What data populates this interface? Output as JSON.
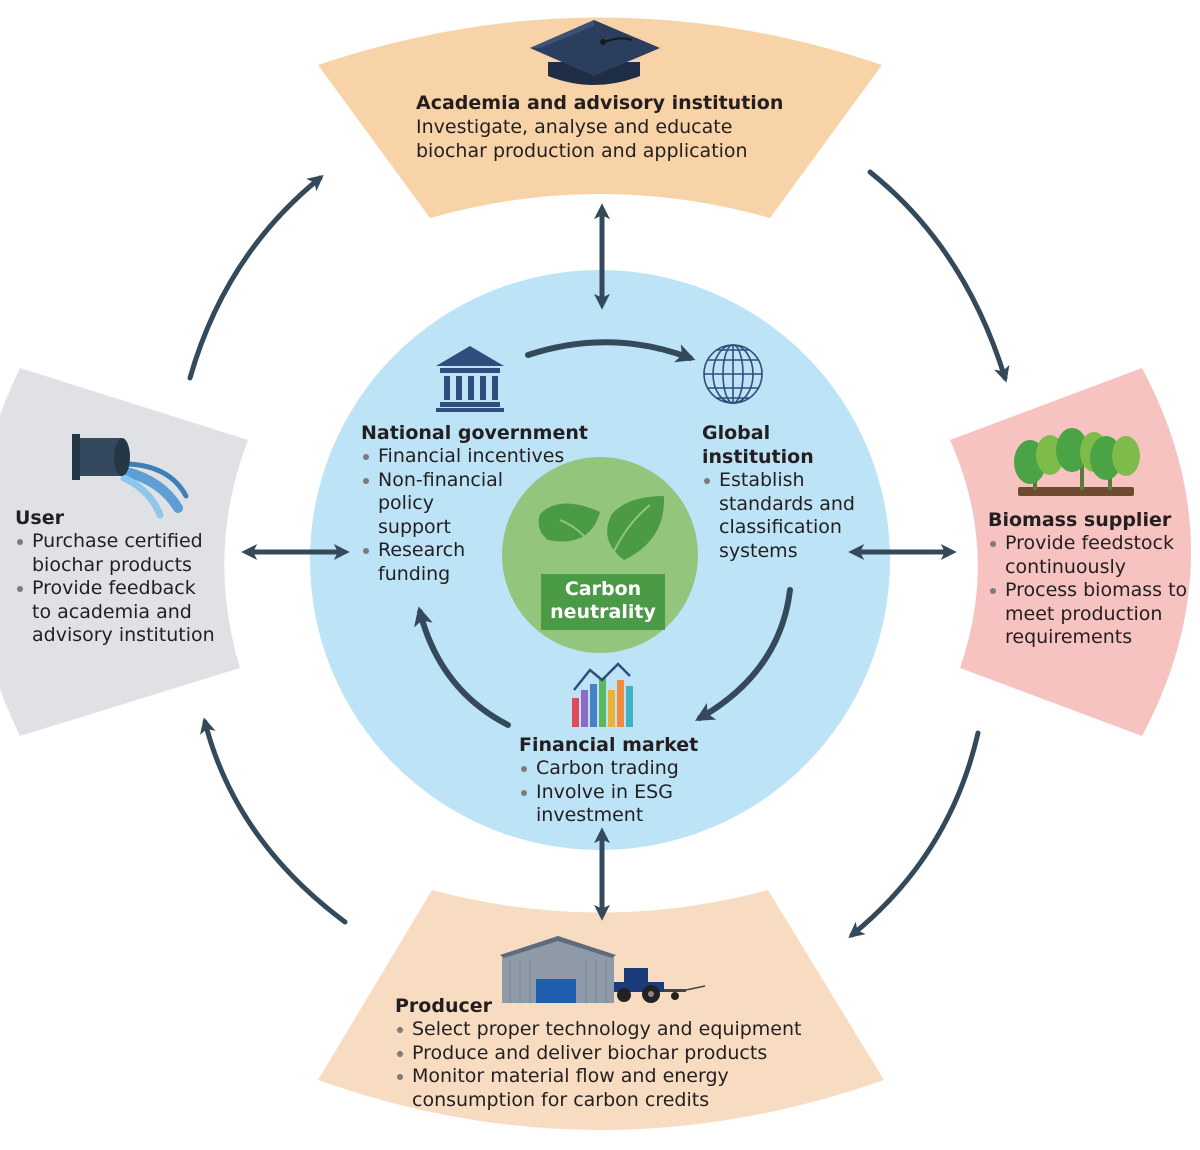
{
  "colors": {
    "academia_bg": "#f9d3a8",
    "biomass_bg": "#f6c3c0",
    "producer_bg": "#f8dcc1",
    "user_bg": "#dfe1e5",
    "center_circle": "#bde3f6",
    "carbon_circle": "#93c57c",
    "carbon_label_bg": "#4b9a45",
    "arrow": "#34495a",
    "text": "#231f20"
  },
  "academia": {
    "icon": "graduation-cap-icon",
    "title": "Academia and advisory institution",
    "lines": [
      "Investigate, analyse and educate",
      "biochar production and application"
    ]
  },
  "biomass_supplier": {
    "icon": "seedlings-icon",
    "title": "Biomass supplier",
    "items": [
      [
        "Provide feedstock",
        "continuously"
      ],
      [
        "Process biomass to",
        "meet production",
        "requirements"
      ]
    ]
  },
  "producer": {
    "icon": "warehouse-tractor-icon",
    "title": "Producer",
    "items": [
      [
        "Select proper technology and equipment"
      ],
      [
        "Produce and deliver biochar products"
      ],
      [
        "Monitor material flow and energy",
        "consumption for carbon credits"
      ]
    ]
  },
  "user": {
    "icon": "pipe-water-icon",
    "title": "User",
    "items": [
      [
        "Purchase certified",
        "biochar products"
      ],
      [
        "Provide feedback",
        "to academia and",
        "advisory institution"
      ]
    ]
  },
  "national_government": {
    "icon": "government-building-icon",
    "title": "National government",
    "items": [
      [
        "Financial incentives"
      ],
      [
        "Non-financial",
        "policy",
        "support"
      ],
      [
        "Research",
        "funding"
      ]
    ]
  },
  "global_institution": {
    "icon": "globe-icon",
    "title_lines": [
      "Global",
      "institution"
    ],
    "items": [
      [
        "Establish",
        "standards and",
        "classification",
        "systems"
      ]
    ]
  },
  "financial_market": {
    "icon": "bar-chart-icon",
    "title": "Financial market",
    "items": [
      [
        "Carbon trading"
      ],
      [
        "Involve in ESG",
        "investment"
      ]
    ]
  },
  "carbon_neutrality": {
    "icon": "leaves-icon",
    "lines": [
      "Carbon",
      "neutrality"
    ]
  }
}
